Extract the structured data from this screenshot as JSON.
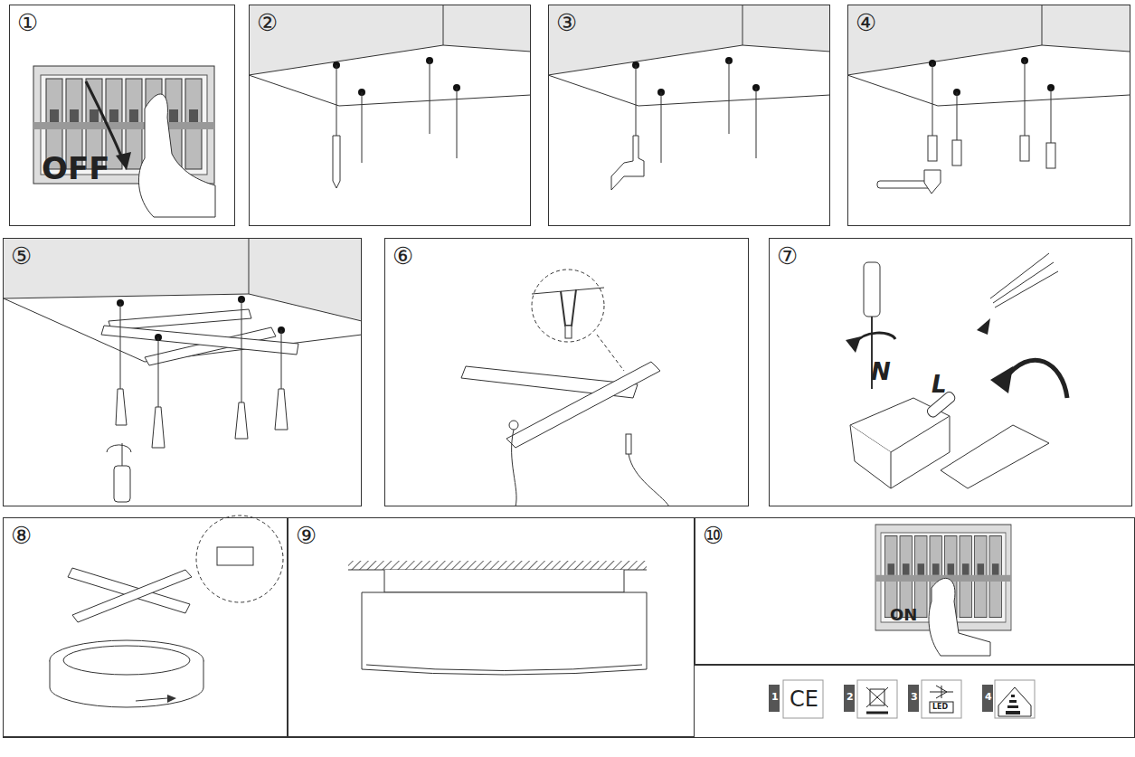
{
  "diagram": {
    "nodes": [
      {
        "text": [
          "①",
          "OFF"
        ]
      },
      {
        "text": [
          "②"
        ]
      },
      {
        "text": [
          "③"
        ]
      },
      {
        "text": [
          "④"
        ]
      },
      {
        "text": [
          "⑤"
        ]
      },
      {
        "text": [
          "⑥"
        ]
      },
      {
        "text": [
          "⑦"
        ]
      },
      {
        "text": [
          "⑧"
        ]
      },
      {
        "text": [
          "⑨"
        ]
      },
      {
        "text": [
          "⑩",
          "ON"
        ]
      }
    ],
    "labels": [
      "N",
      "L",
      "1",
      "CE",
      "2",
      "3",
      "LED",
      "4"
    ]
  }
}
